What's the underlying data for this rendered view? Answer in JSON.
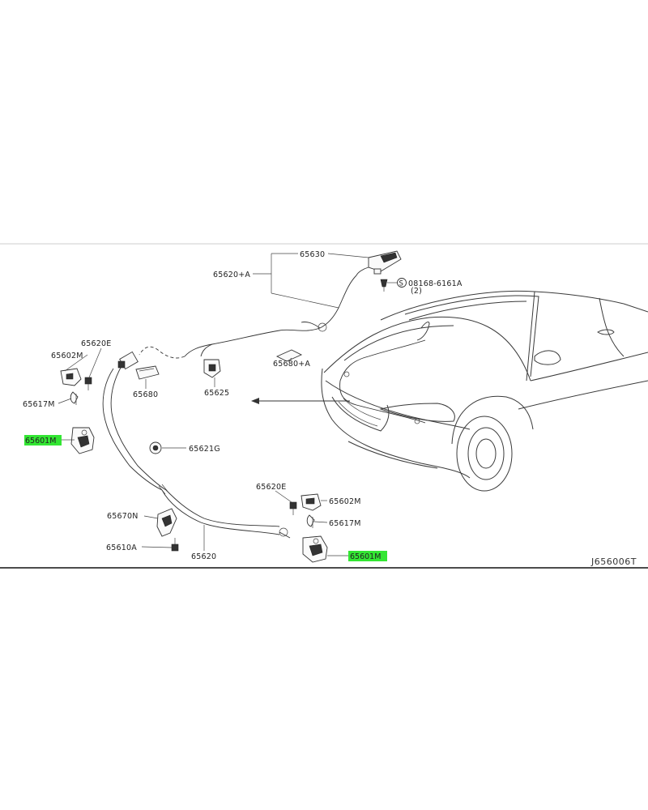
{
  "diagram": {
    "reference_code": "J656006T",
    "highlight_color": "#33e633",
    "labels": {
      "p65630": "65630",
      "p65620A": "65620+A",
      "p08168": "08168-6161A",
      "p08168_qty": "(2)",
      "p65620E_top": "65620E",
      "p65602M_left": "65602M",
      "p65617M_left": "65617M",
      "p65601M_left": "65601M",
      "p65680": "65680",
      "p65625": "65625",
      "p65680A": "65680+A",
      "p65621G": "65621G",
      "p65620E_bottom": "65620E",
      "p65602M_right": "65602M",
      "p65617M_right": "65617M",
      "p65670N": "65670N",
      "p65610A": "65610A",
      "p65620": "65620",
      "p65601M_right": "65601M"
    },
    "icons": {
      "screw_symbol": "circled-S-icon"
    }
  }
}
